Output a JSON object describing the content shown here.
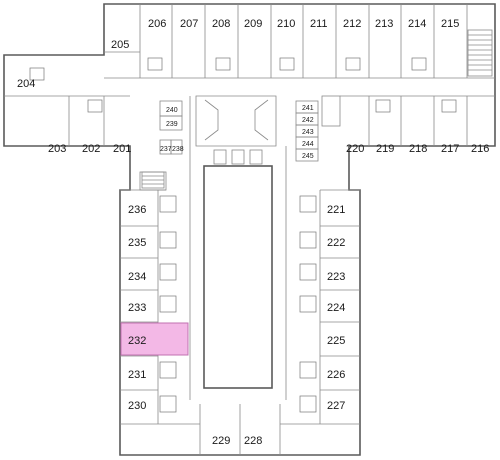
{
  "floor_plan": {
    "highlighted_room": "232",
    "colors": {
      "highlight": "#f3b8e6",
      "highlight_stroke": "#c070b0",
      "wall": "#5a5a5a"
    },
    "rooms": [
      "206",
      "207",
      "208",
      "209",
      "210",
      "211",
      "212",
      "213",
      "214",
      "215",
      "205",
      "204",
      "203",
      "202",
      "201",
      "220",
      "219",
      "218",
      "217",
      "216",
      "240",
      "239",
      "237",
      "238",
      "241",
      "242",
      "243",
      "244",
      "245",
      "236",
      "235",
      "234",
      "233",
      "232",
      "231",
      "230",
      "229",
      "228",
      "221",
      "222",
      "223",
      "224",
      "225",
      "226",
      "227"
    ]
  }
}
